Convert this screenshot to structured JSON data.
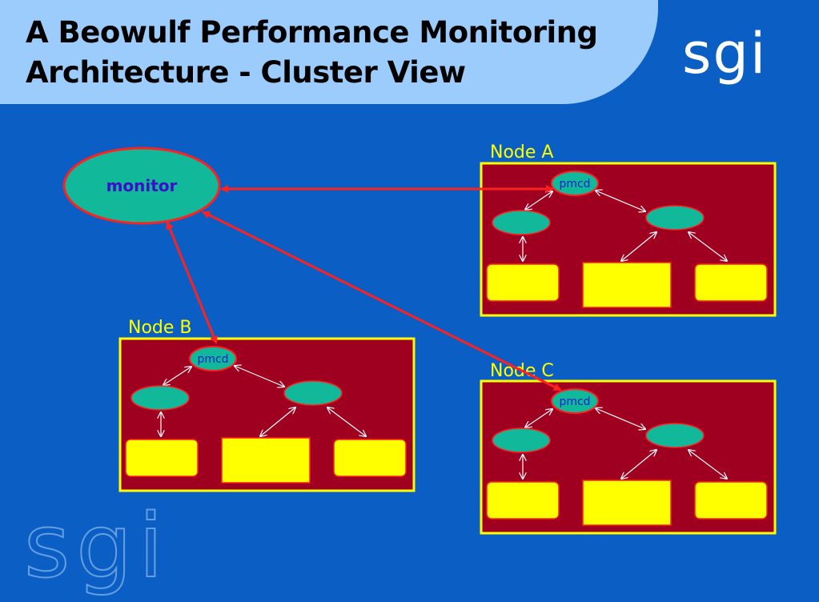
{
  "header": {
    "title_line1": "A Beowulf Performance Monitoring",
    "title_line2": "Architecture - Cluster View",
    "logo": "sgi"
  },
  "watermark": "sgi",
  "monitor": {
    "label": "monitor"
  },
  "nodes": [
    {
      "id": "a",
      "label": "Node A",
      "daemon": "pmcd"
    },
    {
      "id": "b",
      "label": "Node B",
      "daemon": "pmcd"
    },
    {
      "id": "c",
      "label": "Node C",
      "daemon": "pmcd"
    }
  ],
  "colors": {
    "background": "#0b5fc4",
    "title_panel": "#9cccfb",
    "node_fill": "#a00020",
    "node_border": "#ffff00",
    "ellipse_fill": "#12b89a",
    "box_fill": "#ffff00",
    "arrow": "#ff2020"
  }
}
